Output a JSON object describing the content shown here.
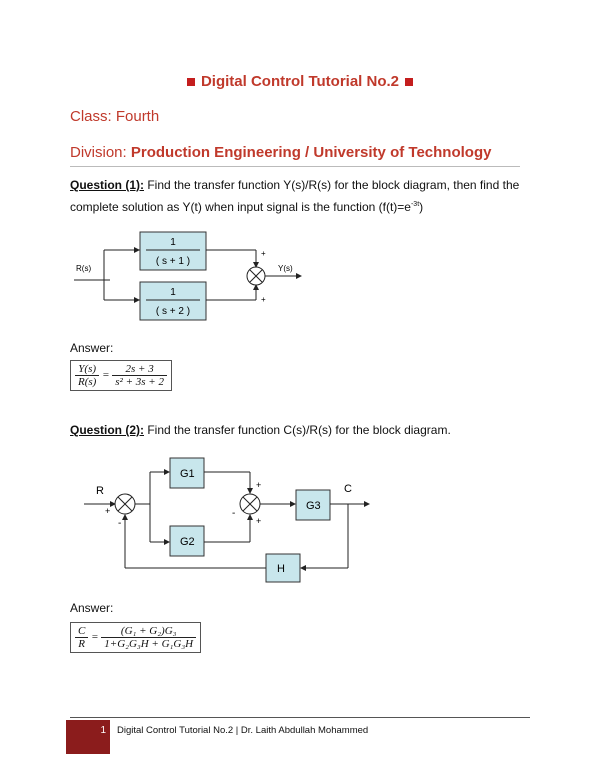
{
  "title": "Digital Control Tutorial No.2",
  "class_line": "Class: Fourth",
  "division_label": "Division:",
  "division_value": "Production Engineering / University of Technology",
  "q1": {
    "label": "Question (1):",
    "text_a": " Find the transfer function Y(s)/R(s) for the block diagram, then find the complete solution as Y(t) when input signal is the function (f(t)=e",
    "exp": "-3t",
    "text_b": ")",
    "diagram": {
      "input": "R(s)",
      "output": "Y(s)",
      "block1_num": "1",
      "block1_den": "( s + 1 )",
      "block2_num": "1",
      "block2_den": "( s + 2 )",
      "plus_top": "+",
      "plus_bottom": "+"
    },
    "answer_label": "Answer:",
    "answer_lhs_num": "Y(s)",
    "answer_lhs_den": "R(s)",
    "answer_rhs_num": "2s + 3",
    "answer_rhs_den": "s² + 3s + 2",
    "eq": "="
  },
  "q2": {
    "label": "Question (2):",
    "text": " Find the transfer function C(s)/R(s) for the block diagram.",
    "diagram": {
      "input": "R",
      "output": "C",
      "g1": "G1",
      "g2": "G2",
      "g3": "G3",
      "h": "H",
      "plus1": "+",
      "minus1": "-",
      "plus2": "+",
      "minus2": "-",
      "plus3": "+"
    },
    "answer_label": "Answer:",
    "answer_lhs_num": "C",
    "answer_lhs_den": "R",
    "answer_rhs_num": "(G₁ + G₂)G₃",
    "answer_rhs_den": "1+G₂G₃H + G₁G₃H",
    "eq": "="
  },
  "footer": {
    "page": "1",
    "text": "Digital Control Tutorial No.2 | Dr. Laith Abdullah Mohammed"
  },
  "colors": {
    "heading": "#c0392b",
    "block_fill": "#c8e6ec",
    "footer_box": "#8b1c1c"
  }
}
